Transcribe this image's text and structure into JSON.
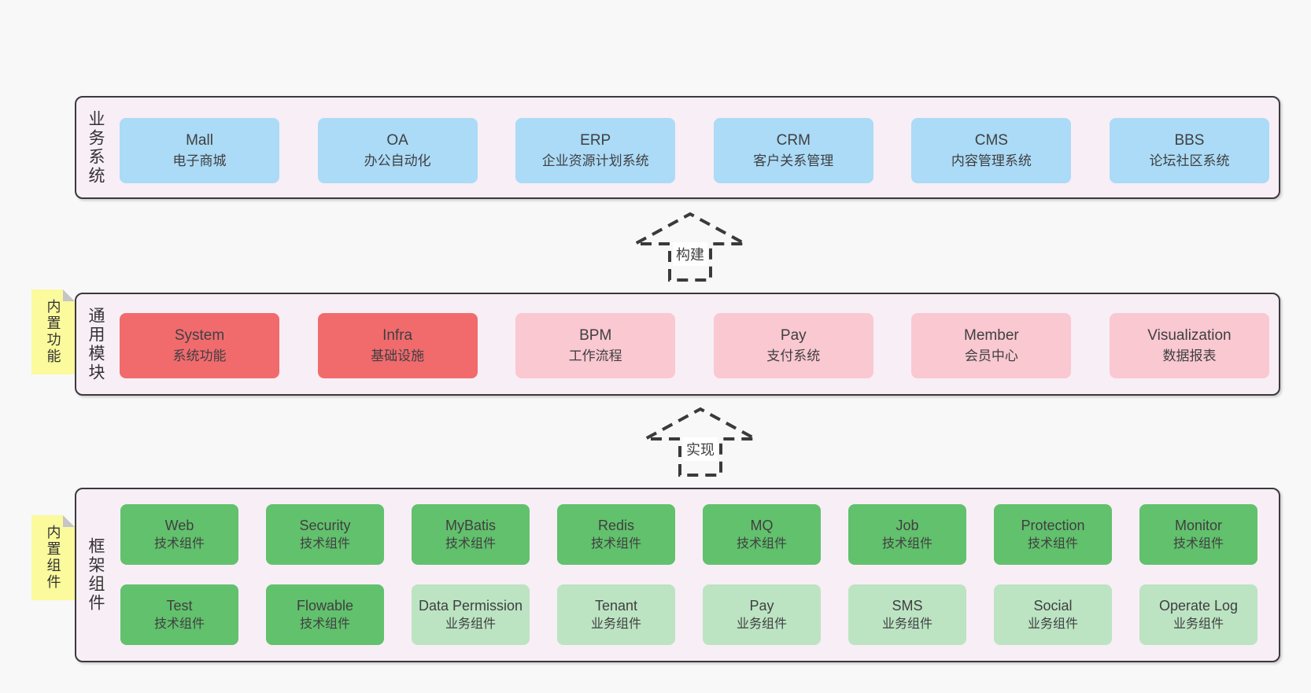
{
  "colors": {
    "page_bg": "#f8f8f8",
    "band_bg": "#f8eef6",
    "band_border": "#3a3a3c",
    "blue": "#abdbf6",
    "red": "#f16b6d",
    "pink": "#fac8d1",
    "green": "#62c16c",
    "light_green": "#bce4c2",
    "sticky": "#fbfa9c",
    "sticky_fold": "#c5c5c7",
    "text": "#3f3f42"
  },
  "arrows": [
    {
      "label": "构建"
    },
    {
      "label": "实现"
    }
  ],
  "bands": [
    {
      "label": "业务系统",
      "boxes": [
        {
          "name": "Mall",
          "desc": "电子商城"
        },
        {
          "name": "OA",
          "desc": "办公自动化"
        },
        {
          "name": "ERP",
          "desc": "企业资源计划系统"
        },
        {
          "name": "CRM",
          "desc": "客户关系管理"
        },
        {
          "name": "CMS",
          "desc": "内容管理系统"
        },
        {
          "name": "BBS",
          "desc": "论坛社区系统"
        }
      ]
    },
    {
      "label": "通用模块",
      "sticky": "内置功能",
      "boxes": [
        {
          "name": "System",
          "desc": "系统功能"
        },
        {
          "name": "Infra",
          "desc": "基础设施"
        },
        {
          "name": "BPM",
          "desc": "工作流程"
        },
        {
          "name": "Pay",
          "desc": "支付系统"
        },
        {
          "name": "Member",
          "desc": "会员中心"
        },
        {
          "name": "Visualization",
          "desc": "数据报表"
        }
      ]
    },
    {
      "label": "框架组件",
      "sticky": "内置组件",
      "rows": [
        [
          {
            "name": "Web",
            "desc": "技术组件"
          },
          {
            "name": "Security",
            "desc": "技术组件"
          },
          {
            "name": "MyBatis",
            "desc": "技术组件"
          },
          {
            "name": "Redis",
            "desc": "技术组件"
          },
          {
            "name": "MQ",
            "desc": "技术组件"
          },
          {
            "name": "Job",
            "desc": "技术组件"
          },
          {
            "name": "Protection",
            "desc": "技术组件"
          },
          {
            "name": "Monitor",
            "desc": "技术组件"
          }
        ],
        [
          {
            "name": "Test",
            "desc": "技术组件"
          },
          {
            "name": "Flowable",
            "desc": "技术组件"
          },
          {
            "name": "Data Permission",
            "desc": "业务组件"
          },
          {
            "name": "Tenant",
            "desc": "业务组件"
          },
          {
            "name": "Pay",
            "desc": "业务组件"
          },
          {
            "name": "SMS",
            "desc": "业务组件"
          },
          {
            "name": "Social",
            "desc": "业务组件"
          },
          {
            "name": "Operate Log",
            "desc": "业务组件"
          }
        ]
      ]
    }
  ]
}
